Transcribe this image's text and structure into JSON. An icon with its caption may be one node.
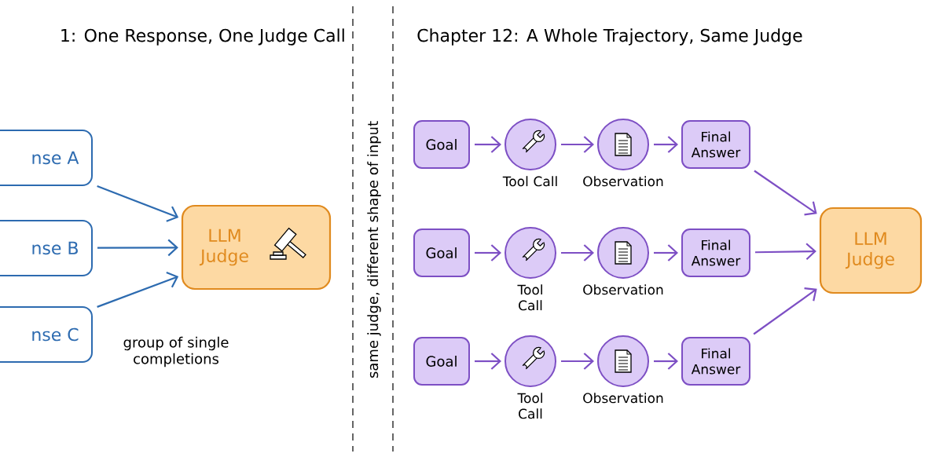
{
  "diagram": {
    "nodes": [
      {
        "text": [
          "nse A"
        ]
      },
      {
        "text": [
          "nse B"
        ]
      },
      {
        "text": [
          "nse C"
        ]
      },
      {
        "text": [
          "LLM Judge"
        ]
      },
      {
        "text": [
          "Goal"
        ]
      },
      {
        "text": [],
        "shape": "circle",
        "beside": [
          "Tool Call"
        ]
      },
      {
        "text": [],
        "shape": "circle",
        "beside": [
          "Observation"
        ]
      },
      {
        "text": [
          "Final Answer"
        ]
      },
      {
        "text": [
          "Goal"
        ]
      },
      {
        "text": [],
        "shape": "circle",
        "beside": [
          "Tool Call"
        ]
      },
      {
        "text": [],
        "shape": "circle",
        "beside": [
          "Observation"
        ]
      },
      {
        "text": [
          "Final Answer"
        ]
      },
      {
        "text": [
          "Goal"
        ]
      },
      {
        "text": [],
        "shape": "circle",
        "beside": [
          "Tool Call"
        ]
      },
      {
        "text": [],
        "shape": "circle",
        "beside": [
          "Observation"
        ]
      },
      {
        "text": [
          "Final Answer"
        ]
      },
      {
        "text": [
          "LLM Judge"
        ]
      }
    ],
    "edges": [
      {
        "from": 0,
        "to": 3,
        "arrow": "to",
        "color": "#2d6bb0"
      },
      {
        "from": 1,
        "to": 3,
        "arrow": "to",
        "color": "#2d6bb0"
      },
      {
        "from": 2,
        "to": 3,
        "arrow": "to",
        "color": "#2d6bb0"
      },
      {
        "from": 4,
        "to": 5,
        "arrow": "to"
      },
      {
        "from": 5,
        "to": 6,
        "arrow": "to"
      },
      {
        "from": 6,
        "to": 7,
        "arrow": "to"
      },
      {
        "from": 8,
        "to": 9,
        "arrow": "to"
      },
      {
        "from": 9,
        "to": 10,
        "arrow": "to"
      },
      {
        "from": 10,
        "to": 11,
        "arrow": "to"
      },
      {
        "from": 12,
        "to": 13,
        "arrow": "to"
      },
      {
        "from": 13,
        "to": 14,
        "arrow": "to"
      },
      {
        "from": 14,
        "to": 15,
        "arrow": "to"
      },
      {
        "from": 7,
        "to": 16,
        "arrow": "to"
      },
      {
        "from": 11,
        "to": 16,
        "arrow": "to"
      },
      {
        "from": 15,
        "to": 16,
        "arrow": "to"
      }
    ],
    "labels": [
      "1: One Response, One Judge Call",
      "Chapter 12: A Whole Trajectory, Same Judge",
      "same judge, different shape of input",
      "group of single completions"
    ]
  }
}
